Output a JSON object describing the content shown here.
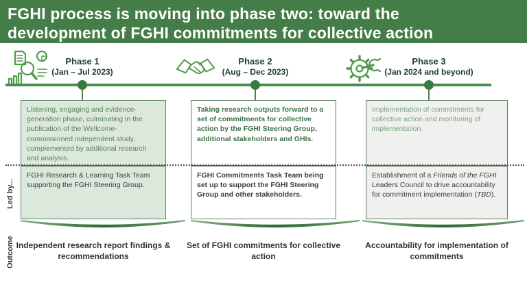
{
  "slide": {
    "title": "FGHI process is moving into phase two: toward the development of FGHI commitments for collective action"
  },
  "colors": {
    "header_green": "#447d48",
    "timeline_green": "#4c8a51",
    "icon_green": "#4f9a47",
    "box_border_green": "#58815b",
    "box1_bg_light_green": "#dce8dc",
    "box3_bg_light_gray": "#f0f0ef",
    "phase_label_dark_green": "#1e3c2b",
    "body_text_dark": "#3c3c3c"
  },
  "timeline": {
    "phases": [
      {
        "name": "Phase 1",
        "dates": "(Jan – Jul 2023)",
        "icon": "research-analysis-icon"
      },
      {
        "name": "Phase 2",
        "dates": "(Aug – Dec 2023)",
        "icon": "handshake-icon"
      },
      {
        "name": "Phase 3",
        "dates": "(Jan 2024 and beyond)",
        "icon": "gear-wrench-icon"
      }
    ]
  },
  "row_labels": {
    "led_by": "Led by...",
    "outcome": "Outcome"
  },
  "columns": [
    {
      "description": "Listening, engaging and evidence-generation phase, culminating in the publication of the Wellcome-commissioned independent study, complemented by additional research and analysis.",
      "led_by": "FGHI Research & Learning Task Team supporting the FGHI Steering Group.",
      "outcome": "Independent research report findings & recommendations"
    },
    {
      "description": "Taking research outputs forward to a set of commitments for collective action by the FGHI Steering Group, additional stakeholders and GHIs.",
      "led_by": "FGHI Commitments Task Team being set up to support the FGHI Steering Group and other stakeholders.",
      "outcome": "Set of  FGHI commitments for collective action"
    },
    {
      "description": "Implementation of commitments for collective action and monitoring of implementation.",
      "led_by_segments": {
        "pre": "Establishment of a ",
        "italic1": "Friends of the FGHI",
        "mid": " Leaders Council to drive accountability for commitment implementation (",
        "italic2": "TBD",
        "post": ")."
      },
      "outcome": "Accountability for implementation of commitments"
    }
  ]
}
